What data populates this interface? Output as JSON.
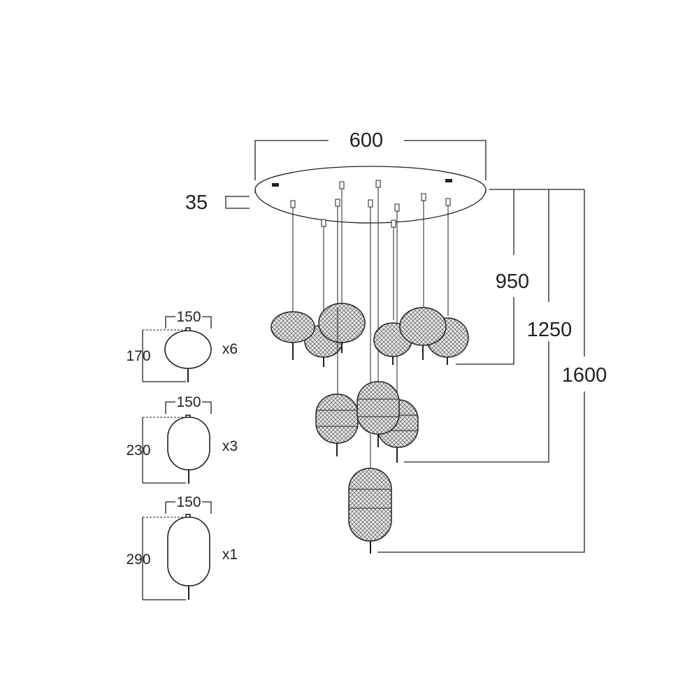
{
  "dimensions": {
    "canopy_width": "600",
    "canopy_height": "35",
    "drop_short": "950",
    "drop_medium": "1250",
    "drop_long": "1600"
  },
  "shades": [
    {
      "width": "150",
      "height": "170",
      "quantity": "x6"
    },
    {
      "width": "150",
      "height": "230",
      "quantity": "x3"
    },
    {
      "width": "150",
      "height": "290",
      "quantity": "x1"
    }
  ]
}
